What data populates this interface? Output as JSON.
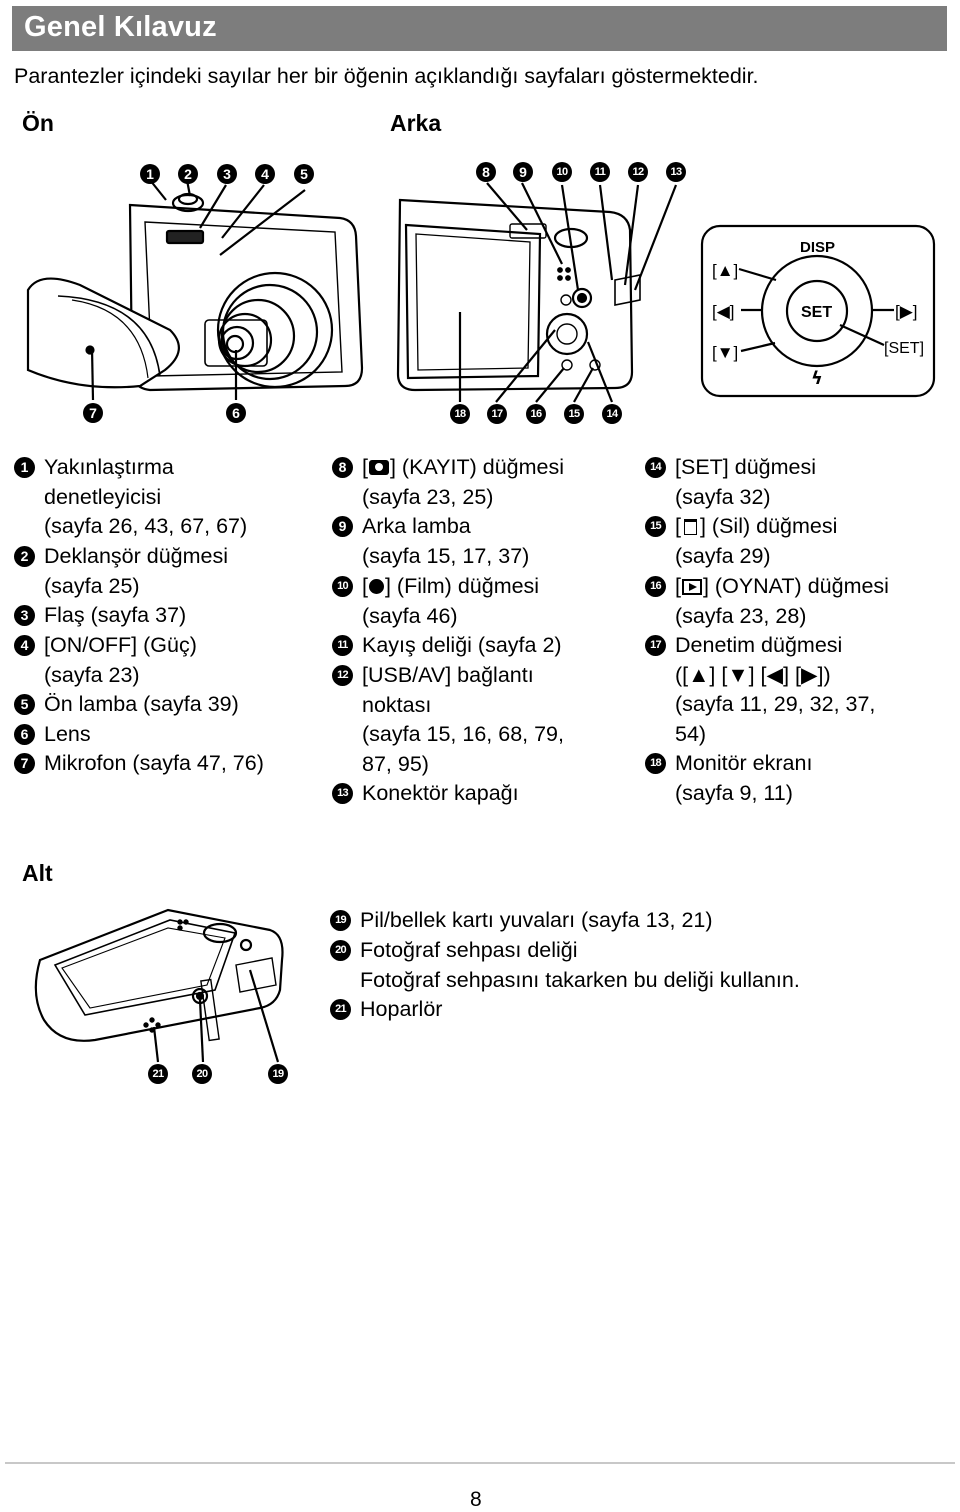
{
  "header": {
    "title": "Genel Kılavuz"
  },
  "intro": "Parantezler içindeki sayılar her bir öğenin açıklandığı sayfaları göstermektedir.",
  "sections": {
    "front": "Ön",
    "back": "Arka",
    "bottom": "Alt"
  },
  "dpad": {
    "disp": "DISP",
    "set": "SET",
    "up": "[▲]",
    "left": "[◀]",
    "right": "[▶]",
    "down": "[▼]",
    "set_bracket": "[SET]",
    "flash": "ϟ"
  },
  "badges": {
    "front_top": [
      "1",
      "2",
      "3",
      "4",
      "5"
    ],
    "front_bottom": [
      "7",
      "6"
    ],
    "back_top": [
      "8",
      "9",
      "10",
      "11",
      "12",
      "13"
    ],
    "back_bottom": [
      "18",
      "17",
      "16",
      "15",
      "14"
    ],
    "bottom": [
      "21",
      "20",
      "19"
    ]
  },
  "col1": [
    {
      "n": "1",
      "lines": [
        "Yakınlaştırma",
        "denetleyicisi",
        "(sayfa 26, 43, 67, 67)"
      ]
    },
    {
      "n": "2",
      "lines": [
        "Deklanşör düğmesi",
        "(sayfa 25)"
      ]
    },
    {
      "n": "3",
      "lines": [
        "Flaş (sayfa 37)"
      ]
    },
    {
      "n": "4",
      "lines": [
        "[ON/OFF] (Güç)",
        "(sayfa 23)"
      ]
    },
    {
      "n": "5",
      "lines": [
        "Ön lamba (sayfa 39)"
      ]
    },
    {
      "n": "6",
      "lines": [
        "Lens"
      ]
    },
    {
      "n": "7",
      "lines": [
        "Mikrofon (sayfa 47, 76)"
      ]
    }
  ],
  "col2": [
    {
      "n": "8",
      "pre": "[",
      "post": "] (KAYIT) düğmesi",
      "lines": [
        "(sayfa 23, 25)"
      ]
    },
    {
      "n": "9",
      "lines": [
        "Arka lamba",
        "(sayfa 15, 17, 37)"
      ]
    },
    {
      "n": "10",
      "pre": "[",
      "post": "] (Film) düğmesi",
      "lines": [
        "(sayfa 46)"
      ]
    },
    {
      "n": "11",
      "lines": [
        "Kayış deliği (sayfa 2)"
      ]
    },
    {
      "n": "12",
      "lines": [
        "[USB/AV] bağlantı",
        "noktası",
        "(sayfa 15, 16, 68, 79,",
        "87, 95)"
      ]
    },
    {
      "n": "13",
      "lines": [
        "Konektör kapağı"
      ]
    }
  ],
  "col3": [
    {
      "n": "14",
      "lines": [
        "[SET] düğmesi",
        "(sayfa 32)"
      ]
    },
    {
      "n": "15",
      "pre": "[",
      "post": "] (Sil) düğmesi",
      "lines": [
        "(sayfa 29)"
      ]
    },
    {
      "n": "16",
      "pre": "[",
      "post": "] (OYNAT) düğmesi",
      "lines": [
        "(sayfa 23, 28)"
      ]
    },
    {
      "n": "17",
      "lines": [
        "Denetim düğmesi",
        "([▲] [▼] [◀] [▶])",
        "(sayfa 11, 29, 32, 37,",
        "54)"
      ]
    },
    {
      "n": "18",
      "lines": [
        "Monitör ekranı",
        "(sayfa 9, 11)"
      ]
    }
  ],
  "bottom_items": [
    {
      "n": "19",
      "lines": [
        "Pil/bellek kartı yuvaları (sayfa 13, 21)"
      ]
    },
    {
      "n": "20",
      "lines": [
        "Fotoğraf sehpası deliği",
        "Fotoğraf sehpasını takarken bu deliği kullanın."
      ]
    },
    {
      "n": "21",
      "lines": [
        "Hoparlör"
      ]
    }
  ],
  "page_number": "8"
}
